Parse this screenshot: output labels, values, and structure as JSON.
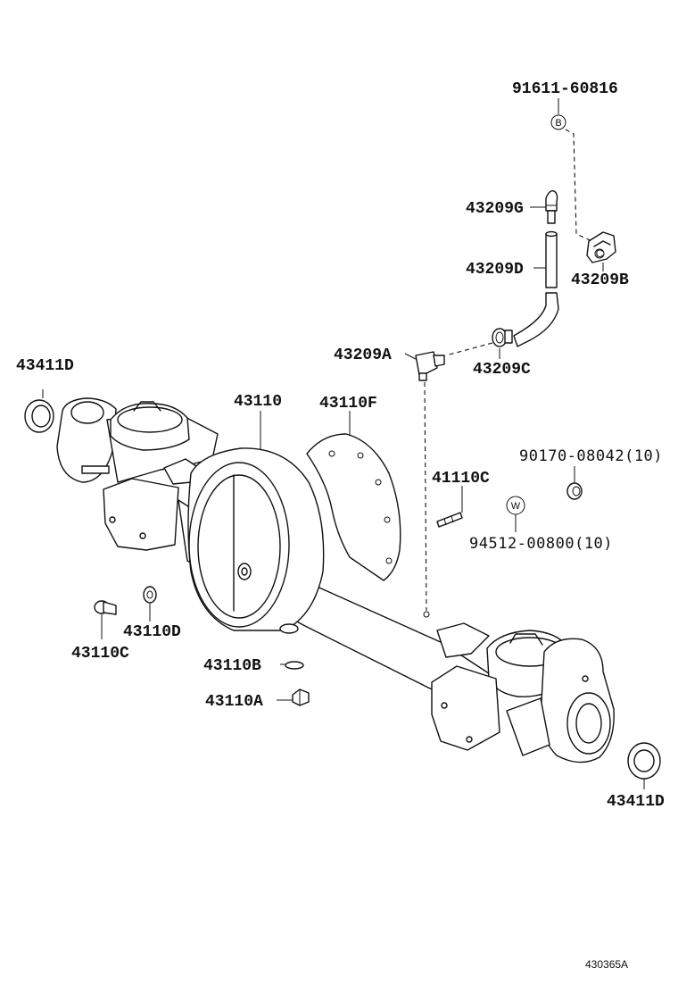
{
  "diagram": {
    "part_labels": {
      "p91611": "91611-60816",
      "p43209G": "43209G",
      "p43209D": "43209D",
      "p43209B": "43209B",
      "p43209A": "43209A",
      "p43209C": "43209C",
      "p43411D_left": "43411D",
      "p43110": "43110",
      "p43110F": "43110F",
      "p90170": "90170-08042(10)",
      "p41110C": "41110C",
      "p94512": "94512-00800(10)",
      "p43110D": "43110D",
      "p43110C": "43110C",
      "p43110B": "43110B",
      "p43110A": "43110A",
      "p43411D_right": "43411D"
    },
    "callout_markers": {
      "b": "B",
      "w": "W",
      "c": "C"
    },
    "figure_id": "430365A"
  }
}
